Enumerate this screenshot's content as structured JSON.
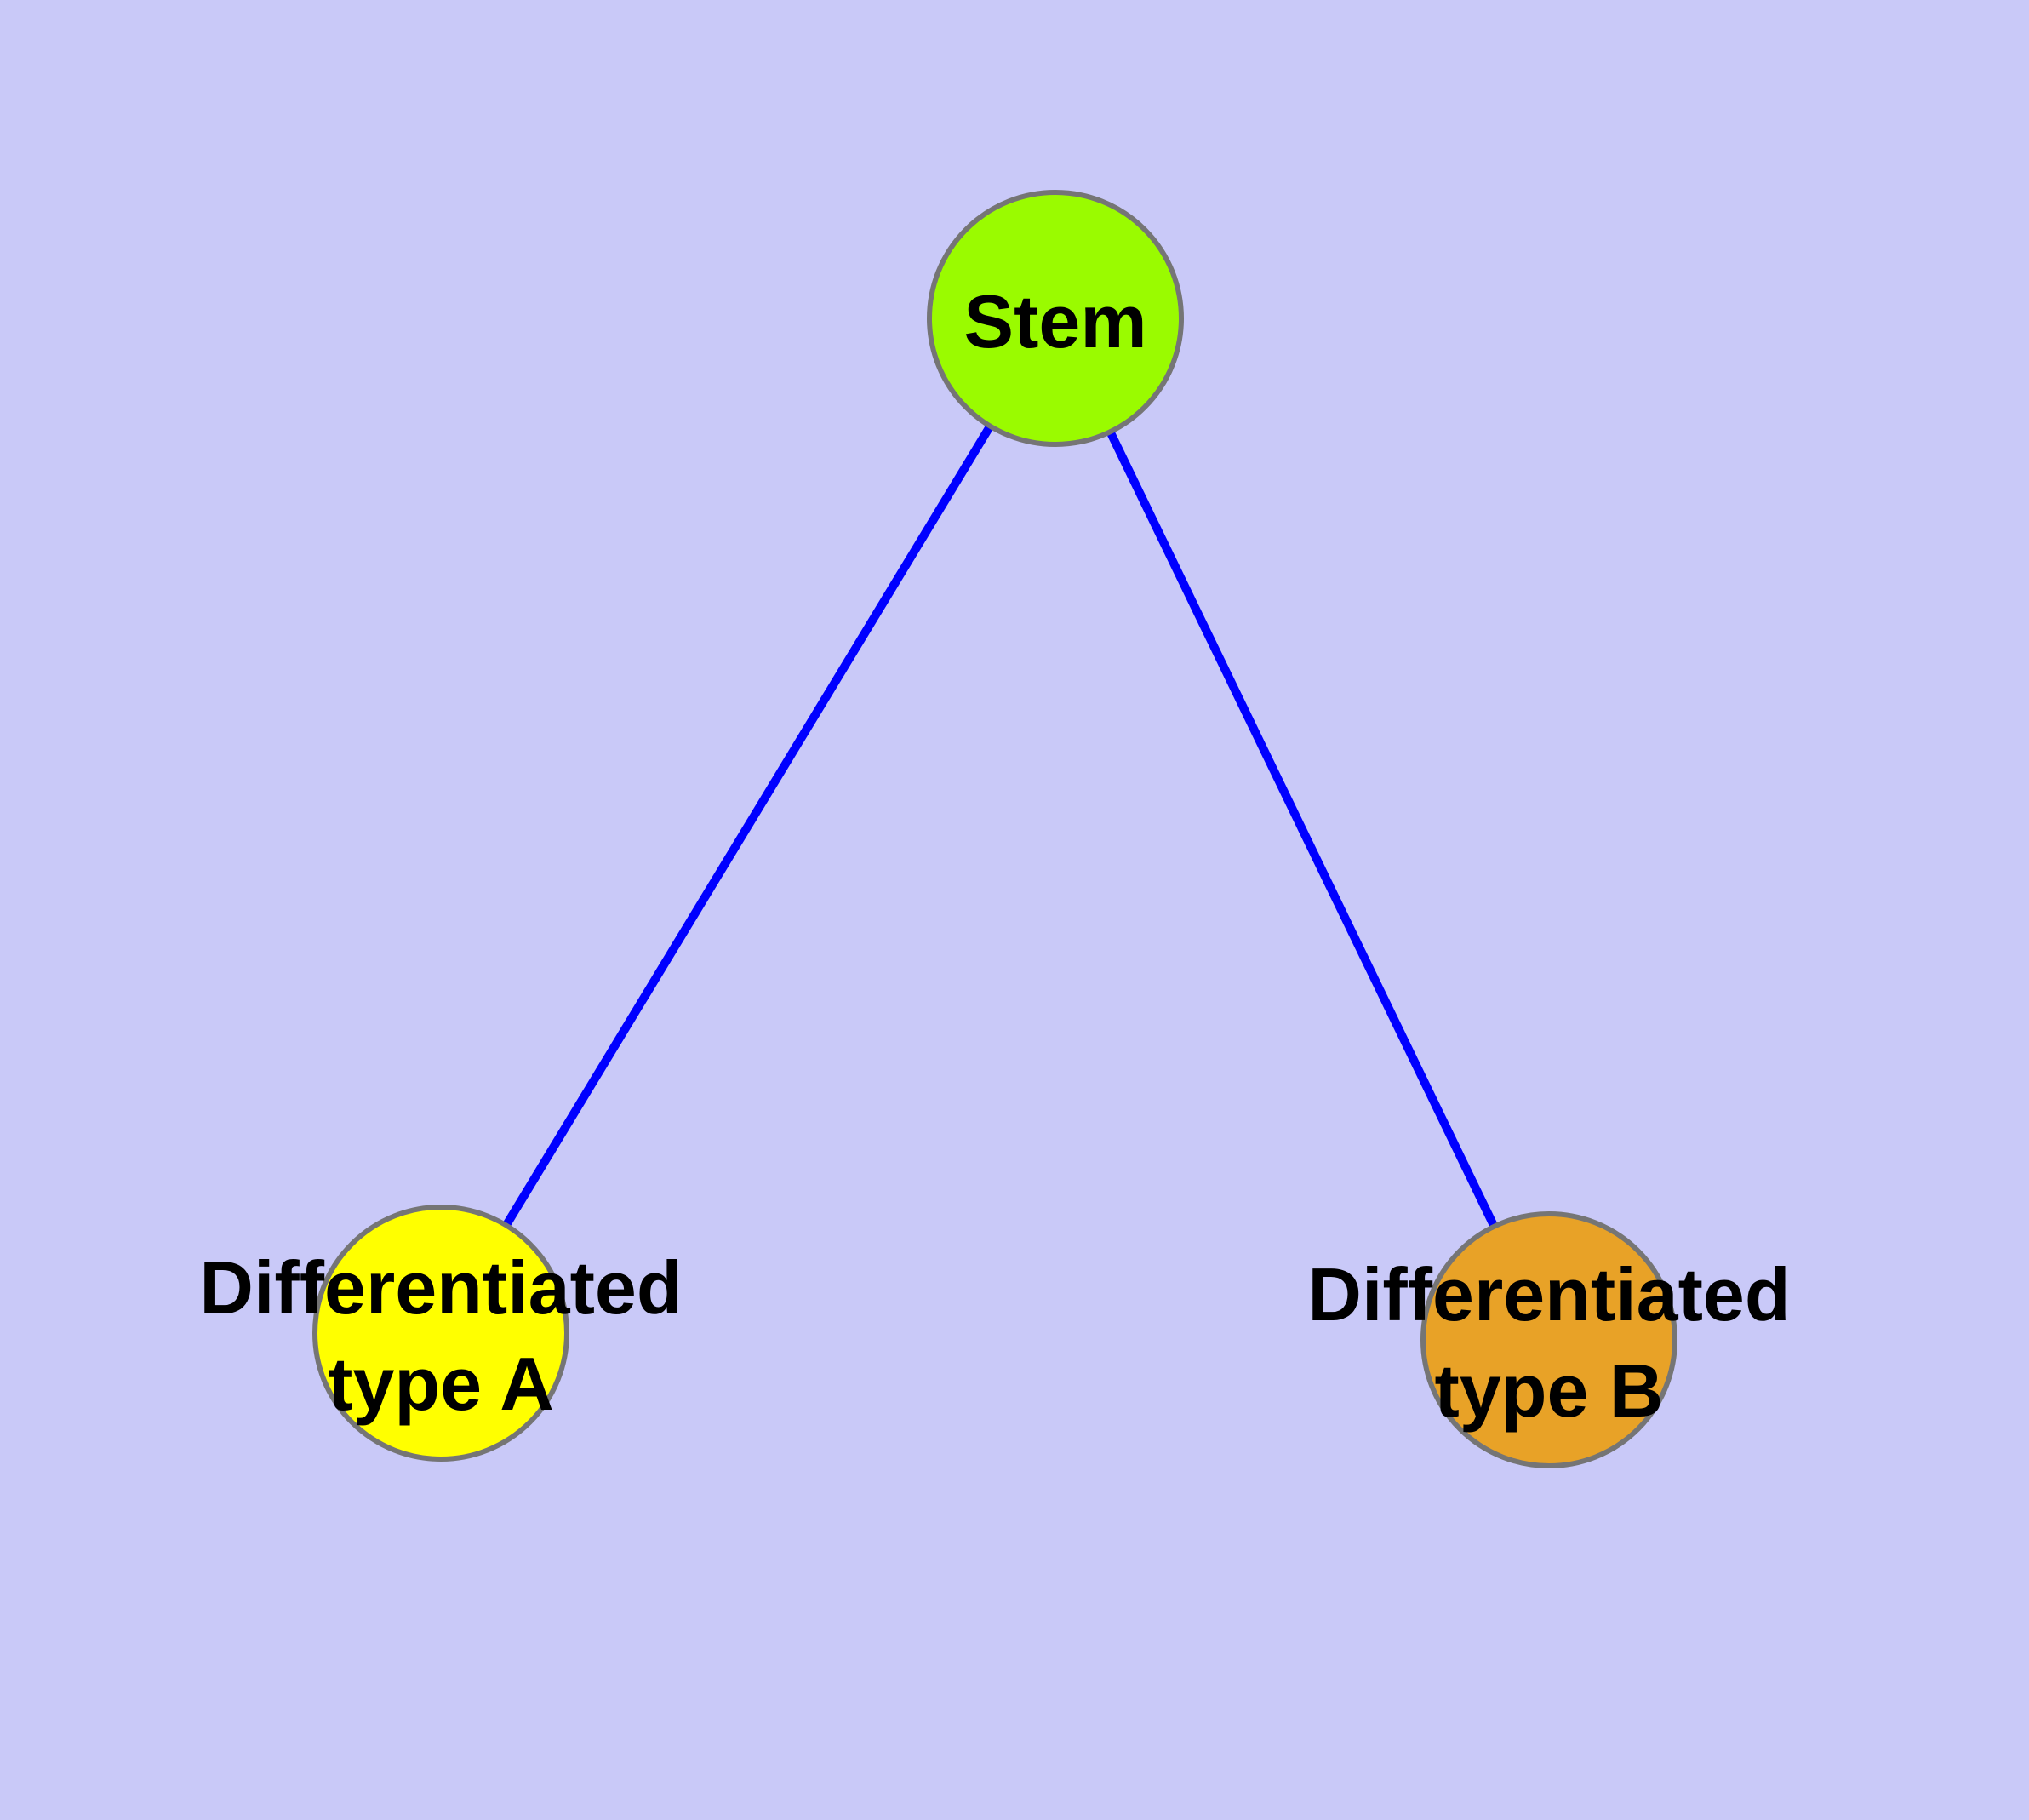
{
  "diagram": {
    "background_color": "#C9C9F8",
    "edge_color": "#0000FF",
    "node_border_color": "#757575",
    "text_color": "#000000",
    "nodes": {
      "stem": {
        "label": "Stem",
        "fill": "#9AFB00"
      },
      "type_a": {
        "label_line1": "Differentiated",
        "label_line2": "type A",
        "fill": "#FFFF00"
      },
      "type_b": {
        "label_line1": "Differentiated",
        "label_line2": "type B",
        "fill": "#E8A227"
      }
    },
    "edges": [
      {
        "from": "Stem",
        "to": "Differentiated type A"
      },
      {
        "from": "Stem",
        "to": "Differentiated type B"
      }
    ]
  }
}
